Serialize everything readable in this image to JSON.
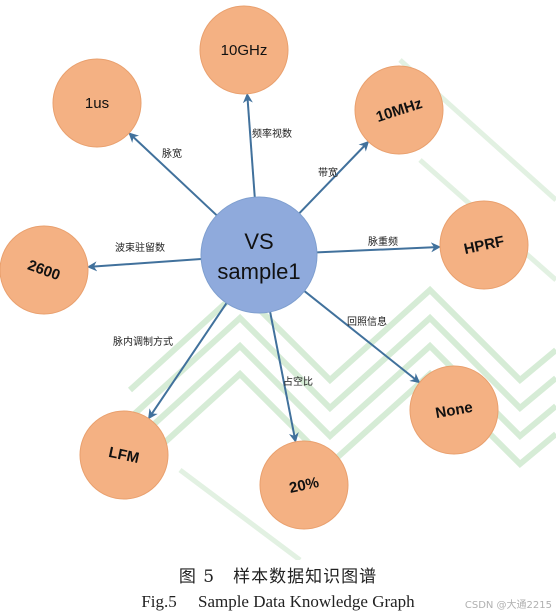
{
  "center": {
    "line1": "VS",
    "line2": "sample1",
    "fill": "#8faadc"
  },
  "node_fill": "#f4b183",
  "edge_color": "#41719c",
  "nodes": [
    {
      "label": "1us",
      "edge": "脉宽",
      "tilt": 0
    },
    {
      "label": "10GHz",
      "edge": "频率视数",
      "tilt": 0
    },
    {
      "label": "10MHz",
      "edge": "带宽",
      "tilt": -18
    },
    {
      "label": "HPRF",
      "edge": "脉重频",
      "tilt": -12
    },
    {
      "label": "None",
      "edge": "回照信息",
      "tilt": -10
    },
    {
      "label": "20%",
      "edge": "占空比",
      "tilt": -12
    },
    {
      "label": "LFM",
      "edge": "脉内调制方式",
      "tilt": 12
    },
    {
      "label": "2600",
      "edge": "波束驻留数",
      "tilt": 20
    }
  ],
  "caption": {
    "cn": "图 5　样本数据知识图谱",
    "en": "Fig.5　 Sample Data Knowledge Graph"
  },
  "watermark": "CSDN @大通2215"
}
